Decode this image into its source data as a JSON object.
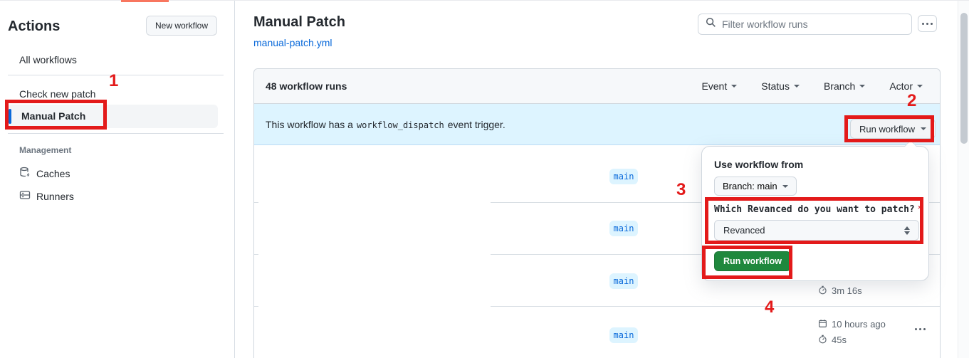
{
  "sidebar": {
    "title": "Actions",
    "new_workflow_button": "New workflow",
    "items": [
      {
        "label": "All workflows",
        "selected": false
      },
      {
        "label": "Check new patch",
        "selected": false
      },
      {
        "label": "Manual Patch",
        "selected": true
      }
    ],
    "management": {
      "header": "Management",
      "items": [
        {
          "label": "Caches",
          "icon": "cache-database-icon"
        },
        {
          "label": "Runners",
          "icon": "runners-server-icon"
        }
      ]
    }
  },
  "header": {
    "title": "Manual Patch",
    "file_link": "manual-patch.yml",
    "search_placeholder": "Filter workflow runs"
  },
  "runs_panel": {
    "count_label": "48 workflow runs",
    "filters": [
      {
        "label": "Event"
      },
      {
        "label": "Status"
      },
      {
        "label": "Branch"
      },
      {
        "label": "Actor"
      }
    ],
    "banner": {
      "text_before": "This workflow has a",
      "code": "workflow_dispatch",
      "text_after": "event trigger.",
      "run_workflow_button": "Run workflow"
    },
    "rows": [
      {
        "branch": "main"
      },
      {
        "branch": "main"
      },
      {
        "branch": "main",
        "duration": "3m 16s"
      },
      {
        "branch": "main",
        "time": "10 hours ago",
        "duration": "45s"
      }
    ]
  },
  "run_dialog": {
    "header": "Use workflow from",
    "branch_button": "Branch: main",
    "input_label": "Which Revanced do you want to patch?",
    "required_mark": "*",
    "select_value": "Revanced",
    "run_button": "Run workflow"
  },
  "annotations": {
    "steps": [
      "1",
      "2",
      "3",
      "4"
    ],
    "color": "#e31a1a"
  },
  "colors": {
    "annotation_red": "#e31a1a",
    "link_blue": "#0969da",
    "banner_bg": "#ddf4ff",
    "branch_badge_bg": "#ddf4ff",
    "branch_badge_text": "#0969da",
    "green_button": "#1f883d",
    "selected_accent": "#0969da",
    "top_accent_bar": "#f8765f"
  }
}
